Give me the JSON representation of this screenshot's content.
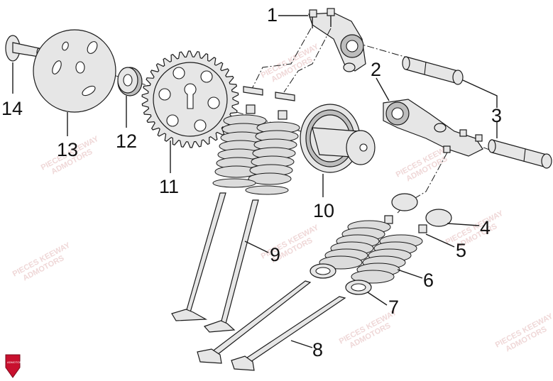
{
  "watermark": {
    "line1": "PIECES KEEWAY",
    "line2": "ADMOTORS"
  },
  "callouts": [
    {
      "id": "1",
      "label": "1"
    },
    {
      "id": "2",
      "label": "2"
    },
    {
      "id": "3",
      "label": "3"
    },
    {
      "id": "4",
      "label": "4"
    },
    {
      "id": "5",
      "label": "5"
    },
    {
      "id": "6",
      "label": "6"
    },
    {
      "id": "7",
      "label": "7"
    },
    {
      "id": "8",
      "label": "8"
    },
    {
      "id": "9",
      "label": "9"
    },
    {
      "id": "10",
      "label": "10"
    },
    {
      "id": "11",
      "label": "11"
    },
    {
      "id": "12",
      "label": "12"
    },
    {
      "id": "13",
      "label": "13"
    },
    {
      "id": "14",
      "label": "14"
    }
  ],
  "logo": {
    "text": "ADMOTORS",
    "color": "#c8102e"
  },
  "colors": {
    "line": "#1a1a1a",
    "fill": "#e6e6e6",
    "watermark": "#e2b7b7"
  }
}
